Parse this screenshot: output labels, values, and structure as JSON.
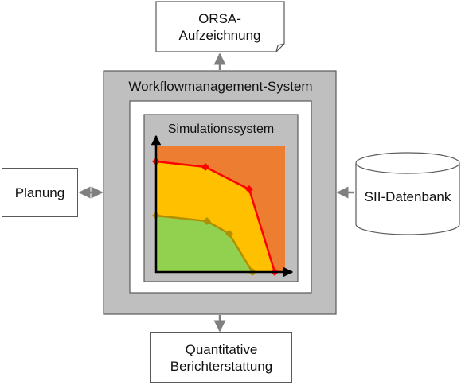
{
  "nodes": {
    "orsa": {
      "line1": "ORSA-",
      "line2": "Aufzeichnung"
    },
    "wms": {
      "label": "Workflowmanagement-System"
    },
    "sim": {
      "label": "Simulationssystem"
    },
    "planung": {
      "label": "Planung"
    },
    "sii": {
      "label": "SII-Datenbank"
    },
    "quant": {
      "line1": "Quantitative",
      "line2": "Berichterstattung"
    }
  },
  "colors": {
    "border": "#5a5a5a",
    "wms_fill": "#bfbfbf",
    "arrow": "#808080",
    "region_orange": "#ed7d31",
    "region_yellow": "#ffc000",
    "region_green": "#92d050",
    "line_red": "#ff0000",
    "line_olive": "#b08f00"
  }
}
